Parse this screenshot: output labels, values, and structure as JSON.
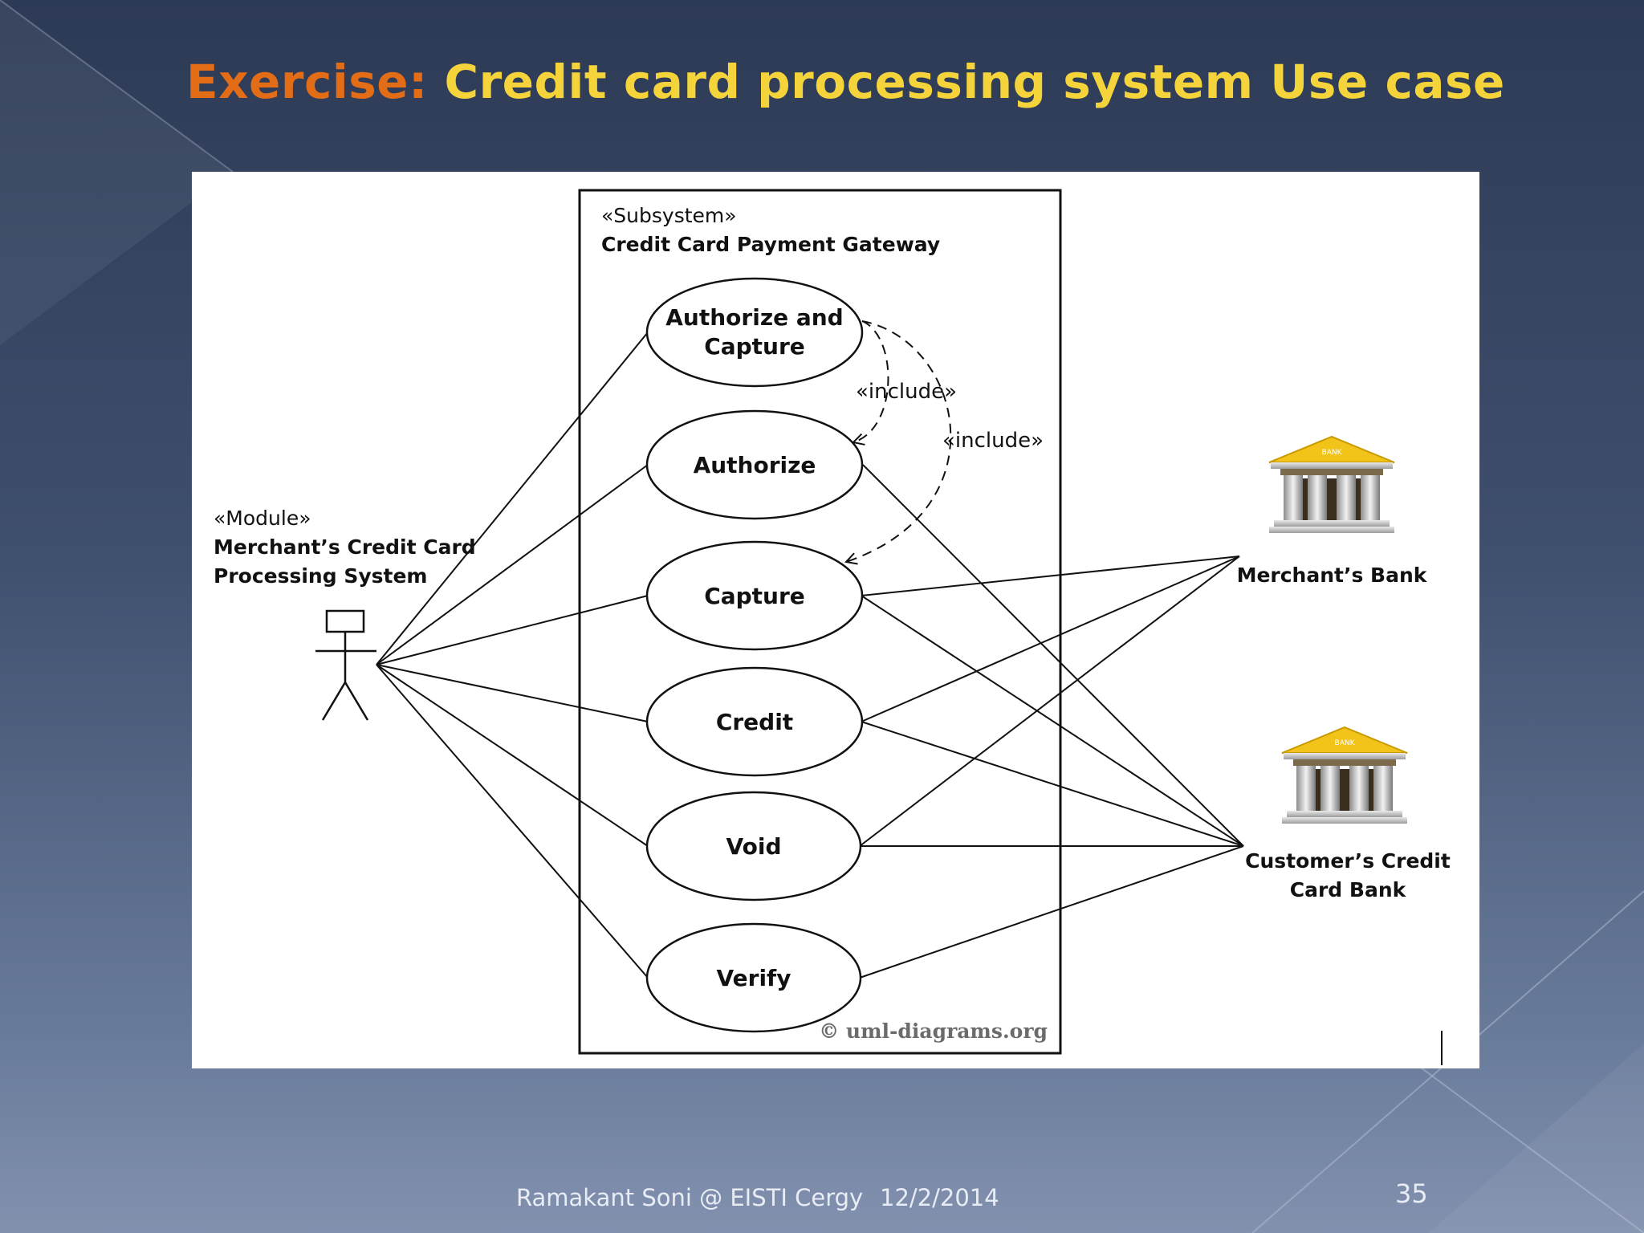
{
  "slide": {
    "title_prefix": "Exercise:",
    "title_main": "Credit card processing system Use case",
    "footer_author": "Ramakant Soni @ EISTI Cergy",
    "footer_date": "12/2/2014",
    "page_number": "35"
  },
  "diagram": {
    "subsystem": {
      "stereotype": "«Subsystem»",
      "name": "Credit Card Payment Gateway"
    },
    "use_cases": {
      "authorize_capture": [
        "Authorize and",
        "Capture"
      ],
      "authorize": "Authorize",
      "capture": "Capture",
      "credit": "Credit",
      "void": "Void",
      "verify": "Verify"
    },
    "include_label": "«include»",
    "actor": {
      "stereotype": "«Module»",
      "name_lines": [
        "Merchant’s Credit Card",
        "Processing System"
      ]
    },
    "banks": {
      "merchant": "Merchant’s Bank",
      "customer_lines": [
        "Customer’s Credit",
        "Card Bank"
      ],
      "sign_text": "BANK"
    },
    "watermark": "© uml-diagrams.org"
  },
  "colors": {
    "title_prefix": "#e36c17",
    "title_main": "#f4d43a",
    "bank_roof": "#f2c318"
  }
}
